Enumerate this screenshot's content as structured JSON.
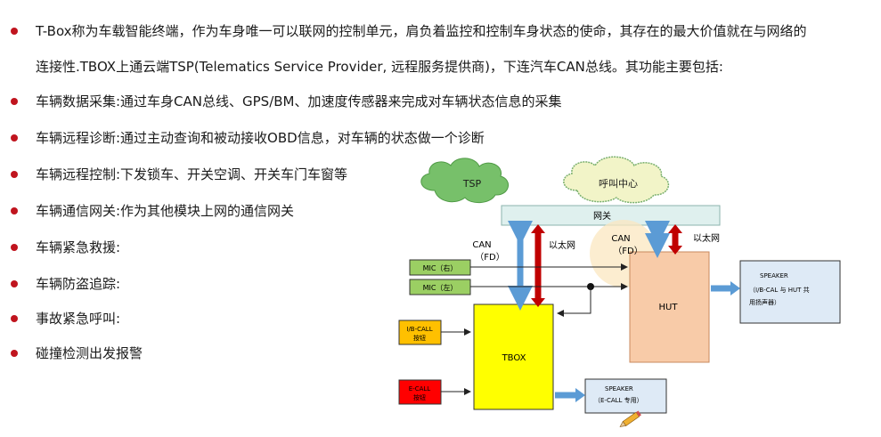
{
  "intro": {
    "line1": "T-Box称为车载智能终端，作为车身唯一可以联网的控制单元，肩负着监控和控制车身状态的使命，其存在的最大价值就在与网络的",
    "line2": "连接性.TBOX上通云端TSP(Telematics Service Provider, 远程服务提供商)，下连汽车CAN总线。其功能主要包括:"
  },
  "functions": [
    "车辆数据采集:通过车身CAN总线、GPS/BM、加速度传感器来完成对车辆状态信息的采集",
    "车辆远程诊断:通过主动查询和被动接收OBD信息，对车辆的状态做一个诊断",
    "车辆远程控制:下发锁车、开关空调、开关车门车窗等",
    "车辆通信网关:作为其他模块上网的通信网关",
    "车辆紧急救援:",
    "车辆防盗追踪:",
    "事故紧急呼叫:",
    "碰撞检测出发报警"
  ],
  "diagram": {
    "tsp_cloud": "TSP",
    "call_center_cloud": "呼叫中心",
    "gateway": "网关",
    "can_fd_left": [
      "CAN",
      "（FD）"
    ],
    "ethernet_left": "以太网",
    "can_fd_right": [
      "CAN",
      "（FD）"
    ],
    "ethernet_right": "以太网",
    "mic_right": "MIC（右）",
    "mic_left": "MIC（左）",
    "tbox": "TBOX",
    "hut": "HUT",
    "ib_call": [
      "I/B-CALL",
      "按钮"
    ],
    "e_call": [
      "E-CALL",
      "按钮"
    ],
    "speaker_shared": [
      "SPEAKER",
      "（I/B-CAL 与 HUT 共",
      "用扬声器）"
    ],
    "speaker_ecall": [
      "SPEAKER",
      "（E-CALL 专用）"
    ],
    "colors": {
      "bullet": "#c0141e",
      "cloud": "#77c06a",
      "cloud_light": "#f2f4c8",
      "gateway": "#dff0ee",
      "tbox": "#ffff00",
      "hut": "#f8cba8",
      "mic": "#9bcf63",
      "ib_call": "#ffc000",
      "e_call": "#ff0000",
      "speaker": "#deeaf6",
      "arrow_blue": "#5b9bd5",
      "arrow_red": "#c00000"
    }
  }
}
